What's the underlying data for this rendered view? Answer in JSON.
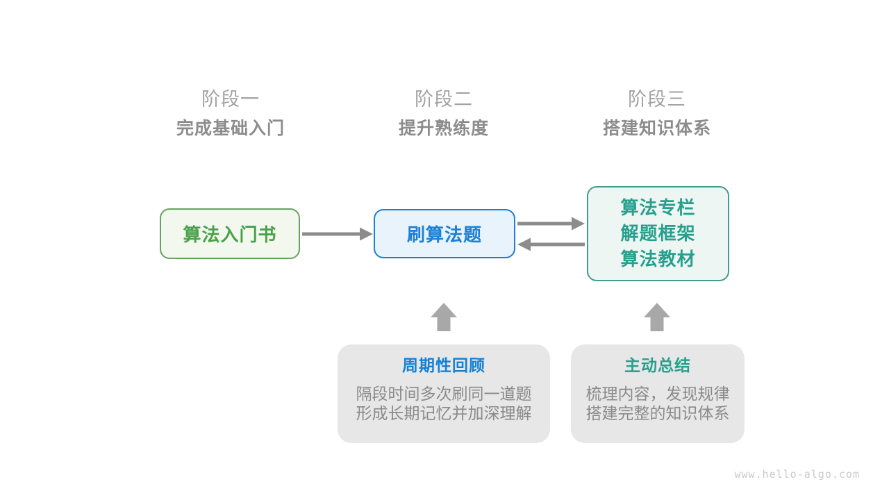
{
  "stages": [
    {
      "title": "阶段一",
      "subtitle": "完成基础入门"
    },
    {
      "title": "阶段二",
      "subtitle": "提升熟练度"
    },
    {
      "title": "阶段三",
      "subtitle": "搭建知识体系"
    }
  ],
  "flow": {
    "intro_book": {
      "label": "算法入门书"
    },
    "practice": {
      "label": "刷算法题"
    },
    "system": {
      "lines": [
        "算法专栏",
        "解题框架",
        "算法教材"
      ]
    }
  },
  "notes": [
    {
      "title": "周期性回顾",
      "lines": [
        "隔段时间多次刷同一道题",
        "形成长期记忆并加深理解"
      ]
    },
    {
      "title": "主动总结",
      "lines": [
        "梳理内容，发现规律",
        "搭建完整的知识体系"
      ]
    }
  ],
  "watermark": "www.hello-algo.com",
  "colors": {
    "stage_title_gray": "#a3a3a3",
    "stage_subtitle_gray": "#8c8c8c",
    "green_border": "#67a35f",
    "green_fill": "#f2f8ee",
    "green_text": "#48a148",
    "blue_border": "#1b80d6",
    "blue_fill": "#e9f3fc",
    "blue_text": "#1b80d6",
    "teal_border": "#3f9d8f",
    "teal_fill": "#edf6f3",
    "teal_text": "#26a08d",
    "note_fill": "#e7e7e7",
    "note_body_gray": "#8a8a8a",
    "line_arrow_gray": "#8c8c8c",
    "block_arrow_gray": "#a8a8a8",
    "watermark_gray": "#c9c9c9"
  }
}
